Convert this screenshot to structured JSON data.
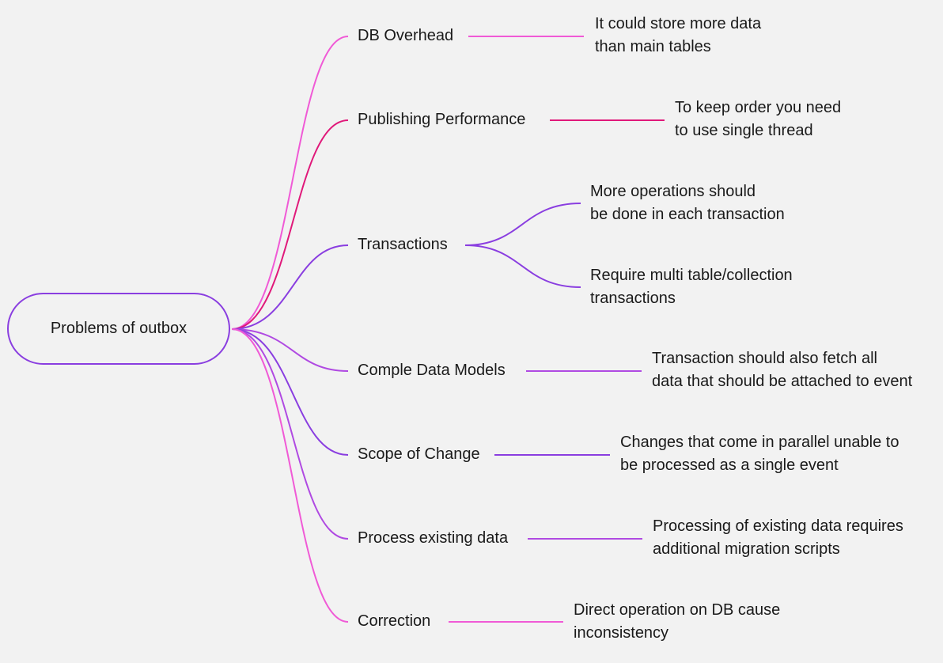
{
  "root": {
    "label": "Problems of outbox"
  },
  "branches": [
    {
      "label": "DB Overhead",
      "color": "#f05ad6",
      "leaves": [
        {
          "text": "It could store more data\nthan main tables"
        }
      ]
    },
    {
      "label": "Publishing Performance",
      "color": "#e0197a",
      "leaves": [
        {
          "text": "To keep order you need\nto use single thread"
        }
      ]
    },
    {
      "label": "Transactions",
      "color": "#8a3ee0",
      "leaves": [
        {
          "text": "More operations should\nbe done in each transaction"
        },
        {
          "text": "Require multi table/collection\ntransactions"
        }
      ]
    },
    {
      "label": "Comple Data Models",
      "color": "#b04ae2",
      "leaves": [
        {
          "text": "Transaction should also fetch all\ndata that should be attached to event"
        }
      ]
    },
    {
      "label": "Scope of Change",
      "color": "#8a3ee0",
      "leaves": [
        {
          "text": "Changes that come in parallel unable to\nbe processed as a single event"
        }
      ]
    },
    {
      "label": "Process existing data",
      "color": "#b04ae2",
      "leaves": [
        {
          "text": "Processing of existing data requires\nadditional migration scripts"
        }
      ]
    },
    {
      "label": "Correction",
      "color": "#f05ad6",
      "leaves": [
        {
          "text": "Direct operation on DB cause\ninconsistency"
        }
      ]
    }
  ]
}
